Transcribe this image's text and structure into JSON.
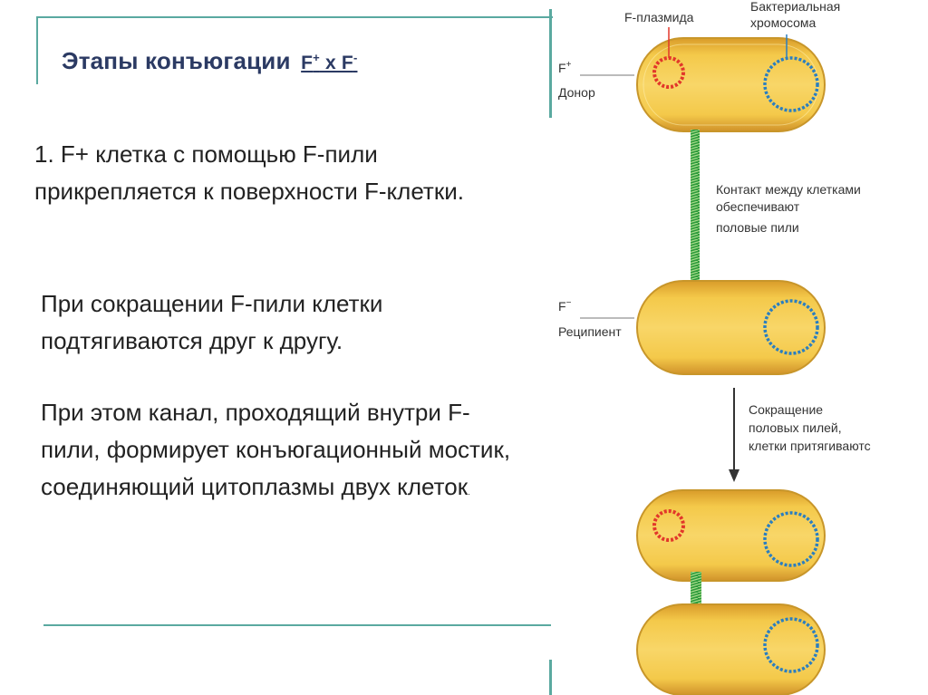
{
  "slide": {
    "title": "Этапы конъюгации",
    "title_suffix_f1": "F",
    "title_suffix_sup1": "+",
    "title_suffix_x": " x F",
    "title_suffix_sup2": "-",
    "paragraph1": "1. F+ клетка с помощью F-пили прикрепляется к поверхности F-клетки.",
    "paragraph2": "При сокращении F-пили клетки подтягиваются друг к другу.",
    "paragraph3": "При этом канал, проходящий внутри F-пили, формирует конъюгационный мостик, соединяющий цитоплазмы двух клеток",
    "paragraph3_end": "."
  },
  "diagram": {
    "label_plasmid": "F-плазмида",
    "label_chromosome_line1": "Бактериальная",
    "label_chromosome_line2": "хромосома",
    "label_donor_f": "F",
    "label_donor_sup": "+",
    "label_donor": "Донор",
    "label_contact_line1": "Контакт между клетками",
    "label_contact_line2": "обеспечивают",
    "label_contact_line3": "половые пили",
    "label_recipient_f": "F",
    "label_recipient_sup": "−",
    "label_recipient": "Реципиент",
    "label_contraction_line1": "Сокращение",
    "label_contraction_line2": "половых пилей,",
    "label_contraction_line3": "клетки притягиваютс"
  },
  "colors": {
    "title": "#2b3a63",
    "accent_line": "#5aa9a0",
    "cell_fill": "#f2c241",
    "cell_stroke": "#c8962a",
    "plasmid": "#e2372a",
    "chromosome": "#2a7ec0",
    "pilus": "#2d9a3c"
  }
}
